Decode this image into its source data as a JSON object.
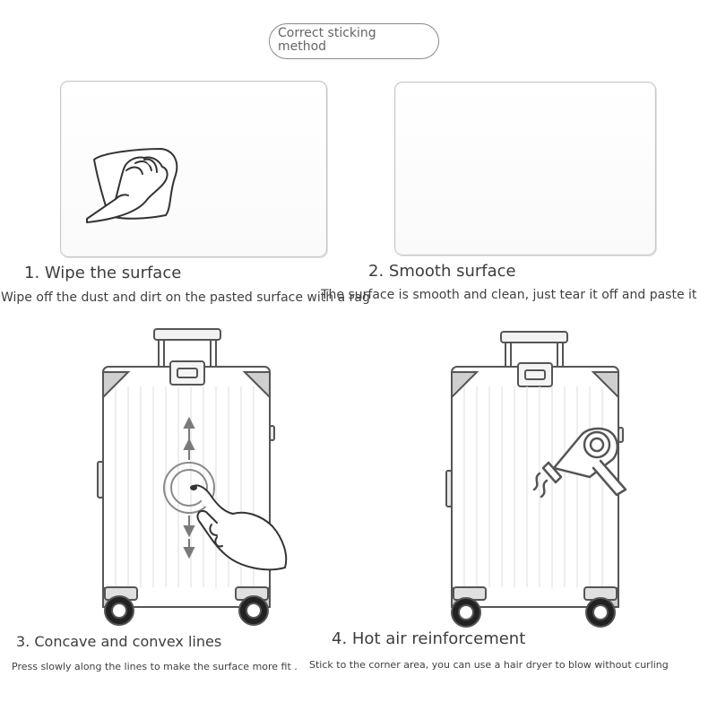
{
  "header": {
    "line1": "Correct sticking",
    "line2": "method"
  },
  "steps": [
    {
      "title": "1. Wipe the surface",
      "desc": "Wipe off the dust and dirt on the pasted surface with a rag"
    },
    {
      "title": "2. Smooth surface",
      "desc": "The surface is smooth and clean, just tear it off and paste it"
    },
    {
      "title": "3. Concave and convex lines",
      "desc": "Press slowly along the lines to make the surface more fit ."
    },
    {
      "title": "4. Hot air reinforcement",
      "desc": "Stick to the corner area, you can use a hair dryer to blow without curling"
    }
  ],
  "icons": {
    "step1": "hand-wiping-icon",
    "step3": "finger-pressing-icon",
    "step4": "hair-dryer-icon"
  }
}
